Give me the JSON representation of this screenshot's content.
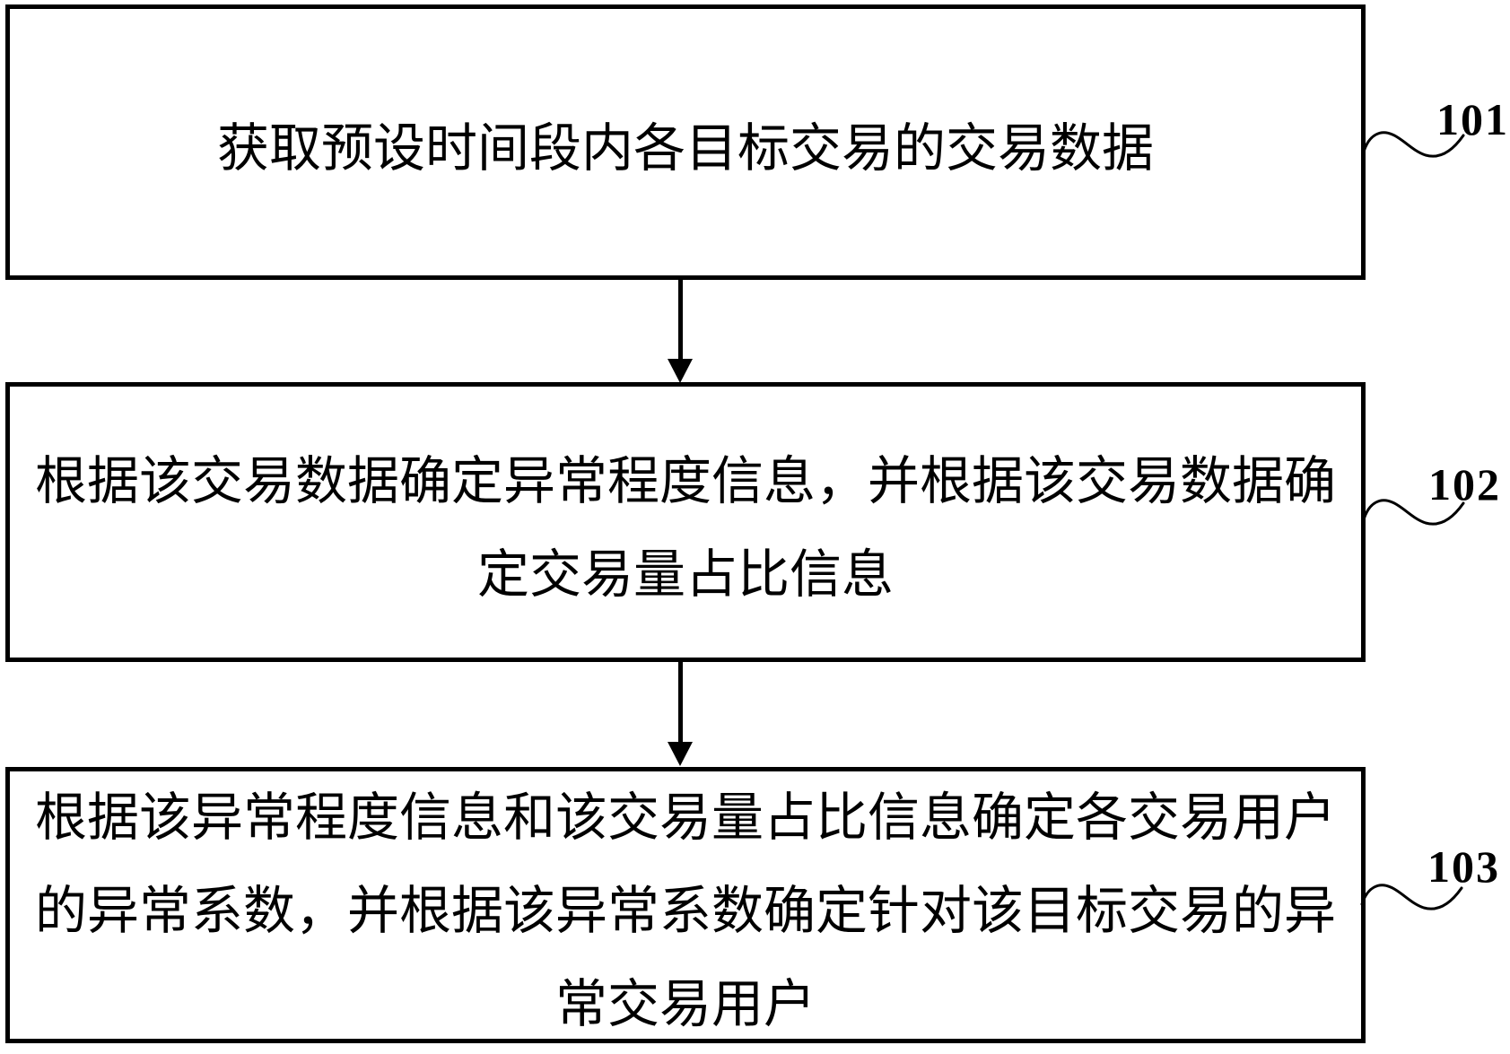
{
  "figure": {
    "kind": "patent-method-flowchart",
    "colors": {
      "ink": "#000000",
      "background": "#ffffff"
    },
    "icons": {
      "arrow": "arrow-down-icon",
      "connector": "reference-squiggle-icon"
    },
    "steps": [
      {
        "ref": "101",
        "lines": [
          "获取预设时间段内各目标交易的交易数据"
        ]
      },
      {
        "ref": "102",
        "lines": [
          "根据该交易数据确定异常程度信息，并根据该交易数据确",
          "定交易量占比信息"
        ]
      },
      {
        "ref": "103",
        "lines": [
          "根据该异常程度信息和该交易量占比信息确定各交易用户",
          "的异常系数，并根据该异常系数确定针对该目标交易的异",
          "常交易用户"
        ]
      }
    ]
  }
}
